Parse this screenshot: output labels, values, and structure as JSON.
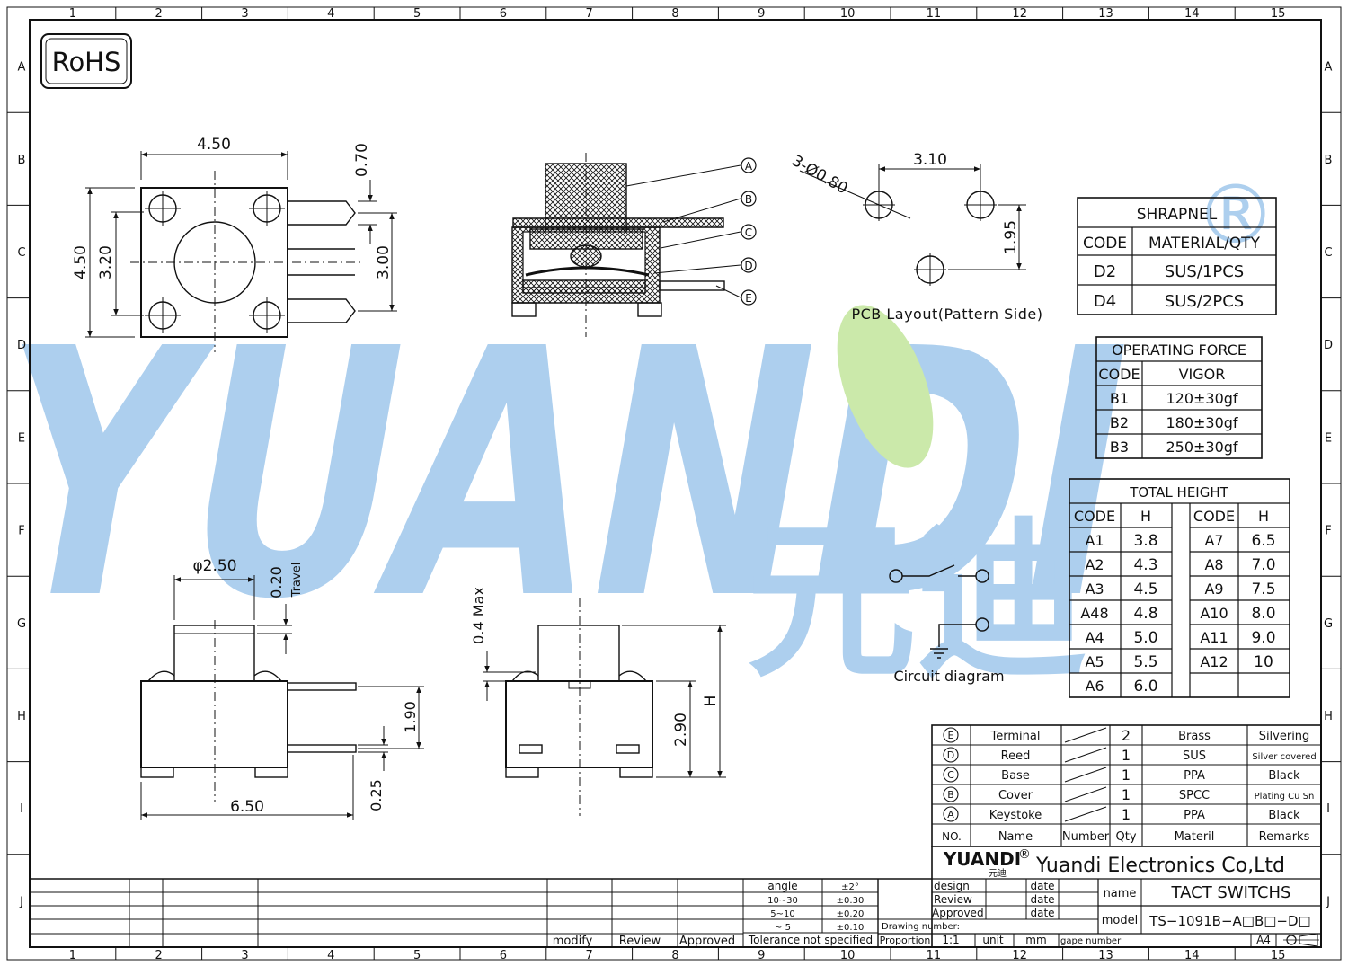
{
  "colors": {
    "watermark_blue": "#a9cdee",
    "watermark_green": "#c9e8a6",
    "line": "#111111"
  },
  "border": {
    "cols": [
      "1",
      "2",
      "3",
      "4",
      "5",
      "6",
      "7",
      "8",
      "9",
      "10",
      "11",
      "12",
      "13",
      "14",
      "15"
    ],
    "rows": [
      "A",
      "B",
      "C",
      "D",
      "E",
      "F",
      "G",
      "H",
      "I",
      "J"
    ]
  },
  "badge": "RoHS",
  "watermark": {
    "text": "YUANDI",
    "cn": "元迪",
    "reg": "®"
  },
  "top_view": {
    "w": "4.50",
    "h": "4.50",
    "pin_w": "0.70",
    "inner": "3.20",
    "pitch": "3.00"
  },
  "section": {
    "labels": [
      "A",
      "B",
      "C",
      "D",
      "E"
    ]
  },
  "pcb": {
    "holes": "3-Ø0.80",
    "pitch_x": "3.10",
    "pitch_y": "1.95",
    "caption": "PCB Layout(Pattern Side)"
  },
  "shrapnel": {
    "title": "SHRAPNEL",
    "headers": [
      "CODE",
      "MATERIAL/QTY"
    ],
    "rows": [
      [
        "D2",
        "SUS/1PCS"
      ],
      [
        "D4",
        "SUS/2PCS"
      ]
    ]
  },
  "force": {
    "title": "OPERATING FORCE",
    "headers": [
      "CODE",
      "VIGOR"
    ],
    "rows": [
      [
        "B1",
        "120±30gf"
      ],
      [
        "B2",
        "180±30gf"
      ],
      [
        "B3",
        "250±30gf"
      ]
    ]
  },
  "height": {
    "title": "TOTAL HEIGHT",
    "headers": [
      "CODE",
      "H",
      "CODE",
      "H"
    ],
    "left": [
      [
        "A1",
        "3.8"
      ],
      [
        "A2",
        "4.3"
      ],
      [
        "A3",
        "4.5"
      ],
      [
        "A48",
        "4.8"
      ],
      [
        "A4",
        "5.0"
      ],
      [
        "A5",
        "5.5"
      ],
      [
        "A6",
        "6.0"
      ]
    ],
    "right": [
      [
        "A7",
        "6.5"
      ],
      [
        "A8",
        "7.0"
      ],
      [
        "A9",
        "7.5"
      ],
      [
        "A10",
        "8.0"
      ],
      [
        "A11",
        "9.0"
      ],
      [
        "A12",
        "10"
      ]
    ]
  },
  "side_view": {
    "dia": "φ2.50",
    "travel": "0.20",
    "travel_label": "Travel",
    "width": "6.50",
    "pin_h": "1.90",
    "pin_t": "0.25"
  },
  "front_view": {
    "max": "0.4 Max",
    "body": "2.90",
    "h": "H"
  },
  "circuit": {
    "caption": "Circuit diagram"
  },
  "bom": {
    "headers": [
      "NO.",
      "Name",
      "Number",
      "Qty",
      "Materil",
      "Remarks"
    ],
    "rows": [
      [
        "E",
        "Terminal",
        "2",
        "Brass",
        "Silvering"
      ],
      [
        "D",
        "Reed",
        "1",
        "SUS",
        "Silver covered"
      ],
      [
        "C",
        "Base",
        "1",
        "PPA",
        "Black"
      ],
      [
        "B",
        "Cover",
        "1",
        "SPCC",
        "Plating Cu Sn"
      ],
      [
        "A",
        "Keystoke",
        "1",
        "PPA",
        "Black"
      ]
    ]
  },
  "title_block": {
    "company_logo": "YUANDI",
    "company_logo_cn": "元迪",
    "reg": "®",
    "company": "Yuandi Electronics Co,Ltd",
    "design": "design",
    "review": "Review",
    "approved": "Approved",
    "date": "date",
    "name_label": "name",
    "name": "TACT SWITCHS",
    "model_label": "model",
    "model": "TS−1091B−A□B□−D□",
    "drawing_number": "Drawing number:",
    "proportion": "Proportion",
    "scale": "1:1",
    "unit": "unit",
    "mm": "mm",
    "gape": "gape number",
    "size": "A4",
    "tol": [
      [
        "angle",
        "±2°"
      ],
      [
        "10~30",
        "±0.30"
      ],
      [
        "5~10",
        "±0.20"
      ],
      [
        "~ 5",
        "±0.10"
      ]
    ],
    "tol_label": "Tolerance  not  specified",
    "rev": [
      "modify",
      "Review",
      "Approved"
    ]
  }
}
